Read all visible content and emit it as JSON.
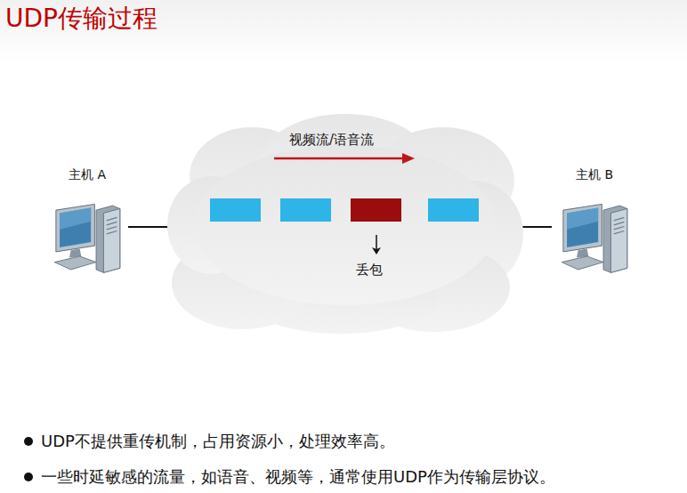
{
  "diagram": {
    "title": "UDP传输过程",
    "nodes": [
      {
        "text": [
          "主机 A"
        ]
      },
      {
        "text": [
          "视频流/语音流",
          "丢包"
        ]
      },
      {
        "text": [
          "主机 B"
        ]
      }
    ],
    "edges": [
      {
        "from": 0,
        "to": 1,
        "arrow": "none"
      },
      {
        "from": 1,
        "to": 2,
        "arrow": "none"
      }
    ],
    "labels": [
      "UDP不提供重传机制，占用资源小，处理效率高。",
      "一些时延敏感的流量，如语音、视频等，通常使用UDP作为传输层协议。"
    ]
  }
}
